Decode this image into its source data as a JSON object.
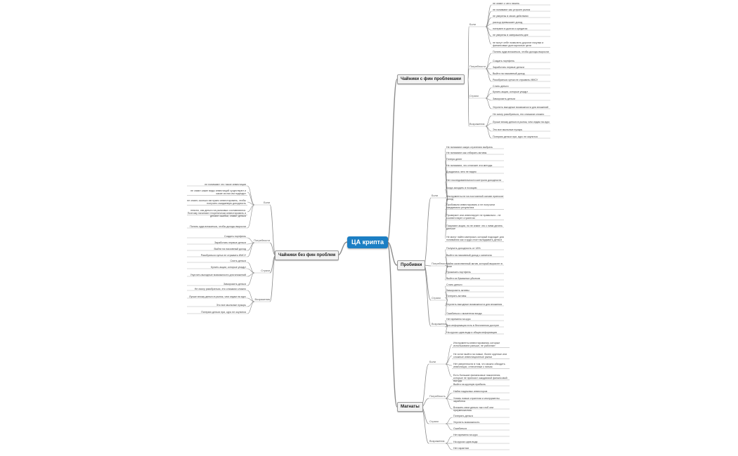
{
  "root": {
    "title": "ЦА крипта"
  },
  "branches": [
    {
      "title": "Чайники с фин проблемами",
      "groups": [
        {
          "label": "Боли",
          "items": [
            "не знают с чего начать",
            "не понимают как устроен рынок",
            "не уверены в своих действиях",
            "расход превышает доход",
            "потерянн в долгах и кредитах",
            "не уверены в завтрашнем дне",
            "не могут себе позволить дорогие покупки и финансовые долгосрочные цели"
          ]
        },
        {
          "label": "Потребности",
          "items": [
            "Понять куда вложиться, чтобы доходы выросли",
            "Создать портфель",
            "Заработать первые деньги",
            "Выйти на пассивный доход",
            "Разобраться хунча не отрывать ИМСУ"
          ]
        },
        {
          "label": "Страхи",
          "items": [
            "Слить деньги",
            "Купить акции, которые упадут",
            "Заморозить деньги",
            "Упустить выгодные возможности для вложений"
          ]
        },
        {
          "label": "Возражения",
          "items": [
            "Не смогу разобраться, это слишком сложно",
            "Лучше вложу деньги в рынок, чем отдам на курс",
            "Это все мыльные пузырь",
            "Потеряю деньги при, курс не окупится"
          ]
        }
      ]
    },
    {
      "title": "Чайники без фин проблем",
      "groups": [
        {
          "label": "Боли",
          "items": [
            "не понимают что такое инвестиции",
            "не знают какие виды инвестиций существуют и какие из них им подходят",
            "не знают, сколько им нужно инвестировать, чтобы получить ожидаемую доходность",
            "неясно, как деньги на рынковых составляются. Поэтому начинают теоретически инвестировать и делают ошибки, ставят деньги",
            "Понять куда вложиться, чтобы доходы выросли"
          ]
        },
        {
          "label": "Потребности",
          "items": [
            "Создать портфель",
            "Заработать первые деньги",
            "Выйти на пассивный доход",
            "Разобраться хунча не отрывать ИМСУ"
          ]
        },
        {
          "label": "Страхи",
          "items": [
            "Слить деньги",
            "Купить акции, которые упадут",
            "Упустить выгодные возможности для вложений",
            "Заморозить деньги"
          ]
        },
        {
          "label": "Возражения",
          "items": [
            "Не смогу разобраться, это слишком сложно",
            "Лучше вложу деньги в рынок, чем отдам на курс",
            "Это все мыльные пузырь",
            "Потеряю деньги при, курс не окупится"
          ]
        }
      ]
    },
    {
      "title": "Пробивки",
      "groups": [
        {
          "label": "Боли",
          "items": [
            "Не понимают какую стратегию выбрать",
            "Не понимают как отбирать активы",
            "Потеря денег",
            "Не понимают, что отличает эти методы",
            "Дождались чего не видно",
            "Нет последовательности контроля доходности",
            "Когда заходить в позицию",
            "Инструменты не на постоянной основе приносят доход",
            "Пробовали инвестировать и не получили ожидаемого результата",
            "Проверяет или инвестирует не правильно - не соответствует стратегии",
            "Покупают акции, но не знают что с ними делать дальше",
            "Не могут найти материал, который подходит для понимания как и куда стоит вкладывать деньги"
          ]
        },
        {
          "label": "Потребность",
          "items": [
            "Получить доходность от 18%",
            "Выйти на пассивный доход с капитала",
            "Найти качественный актив, который вырастет в цене",
            "Прокачать портфель",
            "Выйти из бумажных убытков"
          ]
        },
        {
          "label": "Страхи",
          "items": [
            "Слить деньги",
            "Заморозить активы",
            "Потерять активы",
            "Упустить выгодные возможности для вложения",
            "Ошибиться с моментом входа"
          ]
        },
        {
          "label": "Возражения",
          "items": [
            "Нет времени на курс",
            "Вся информация есть в бесплатном доступе",
            "На курсах одна вода и общая информация"
          ]
        }
      ]
    },
    {
      "title": "Магнаты",
      "groups": [
        {
          "label": "Боли",
          "items": [
            "Инструменты инвестирования, которые использовали раньше, не работают",
            "Не хотят выйти на новые, более крупные или сложные инвестиционные рынки",
            "Нет уверенности в том, что можно обходить инвестиции, отнесенные к пятым",
            "Есть большие финансовые накопления, которые не приносят ожидаемой финансовой выгоды"
          ]
        },
        {
          "label": "Потребность",
          "items": [
            "Выйти на крупную прибыль",
            "Найти надежных инвесторов",
            "Узнать новые стратегии и инструменты заработка",
            "Вложить свои деньги так чтоб они приумножались"
          ]
        },
        {
          "label": "Страхи",
          "items": [
            "Потерять деньги",
            "Упустить возможность",
            "Ошибиться"
          ]
        },
        {
          "label": "Возражения",
          "items": [
            "Нет времени на курс",
            "На курсах одна вода",
            "Нет гарантии"
          ]
        }
      ]
    }
  ],
  "colors": {
    "root_bg": "#1c7fc4",
    "line": "#8c8c8c",
    "leaf_underline": "#b4b4b4"
  }
}
